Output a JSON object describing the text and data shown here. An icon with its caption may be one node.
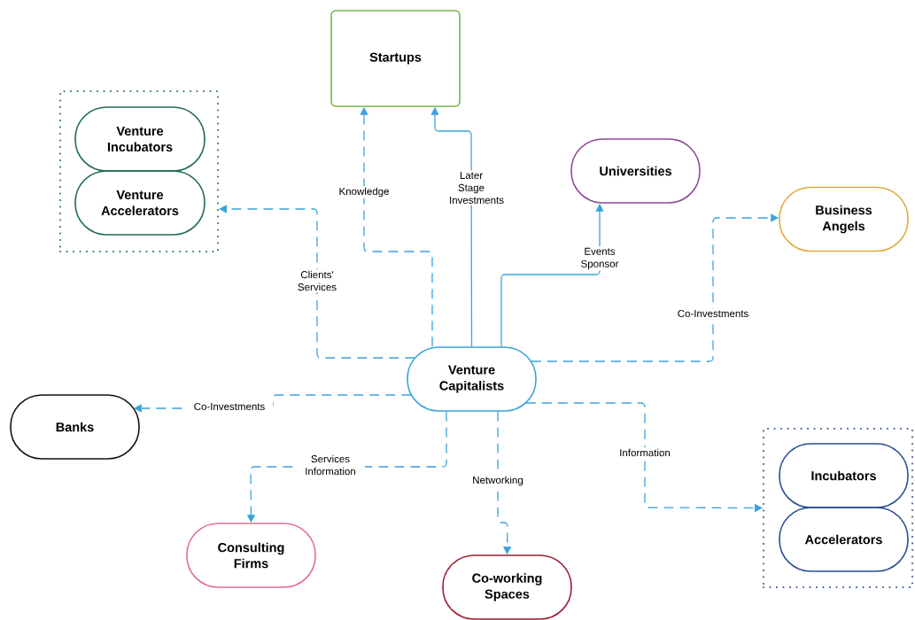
{
  "diagram": {
    "nodes": [
      {
        "text": [
          "Startups"
        ]
      },
      {
        "text": [],
        "shape": "box"
      },
      {
        "text": [
          "Venture Incubators"
        ],
        "in": 1
      },
      {
        "text": [
          "Venture Accelerators"
        ],
        "in": 1
      },
      {
        "text": [
          "Universities"
        ]
      },
      {
        "text": [
          "Business Angels"
        ]
      },
      {
        "text": [
          "Venture Capitalists"
        ]
      },
      {
        "text": [
          "Banks"
        ]
      },
      {
        "text": [],
        "shape": "box"
      },
      {
        "text": [
          "Incubators"
        ],
        "in": 8
      },
      {
        "text": [
          "Accelerators"
        ],
        "in": 8
      },
      {
        "text": [
          "Consulting Firms"
        ]
      },
      {
        "text": [
          "Co-working Spaces"
        ]
      }
    ],
    "edges": [
      {
        "from": 6,
        "to": 0,
        "arrow": "to",
        "label": "Knowledge",
        "style": "dashed"
      },
      {
        "from": 6,
        "to": 0,
        "arrow": "to",
        "label": "Later Stage Investments"
      },
      {
        "from": 6,
        "to": 1,
        "arrow": "to",
        "label": "Clients' Services",
        "style": "dashed"
      },
      {
        "from": 6,
        "to": 4,
        "arrow": "to",
        "label": "Events Sponsor"
      },
      {
        "from": 6,
        "to": 5,
        "arrow": "to",
        "label": "Co-Investments",
        "style": "dashed"
      },
      {
        "from": 6,
        "to": 7,
        "arrow": "to",
        "label": "Co-Investments",
        "style": "dashed"
      },
      {
        "from": 6,
        "to": 11,
        "arrow": "to",
        "label": "Services Information",
        "style": "dashed"
      },
      {
        "from": 6,
        "to": 12,
        "arrow": "to",
        "label": "Networking",
        "style": "dashed"
      },
      {
        "from": 6,
        "to": 8,
        "arrow": "to",
        "label": "Information",
        "style": "dashed"
      }
    ]
  }
}
